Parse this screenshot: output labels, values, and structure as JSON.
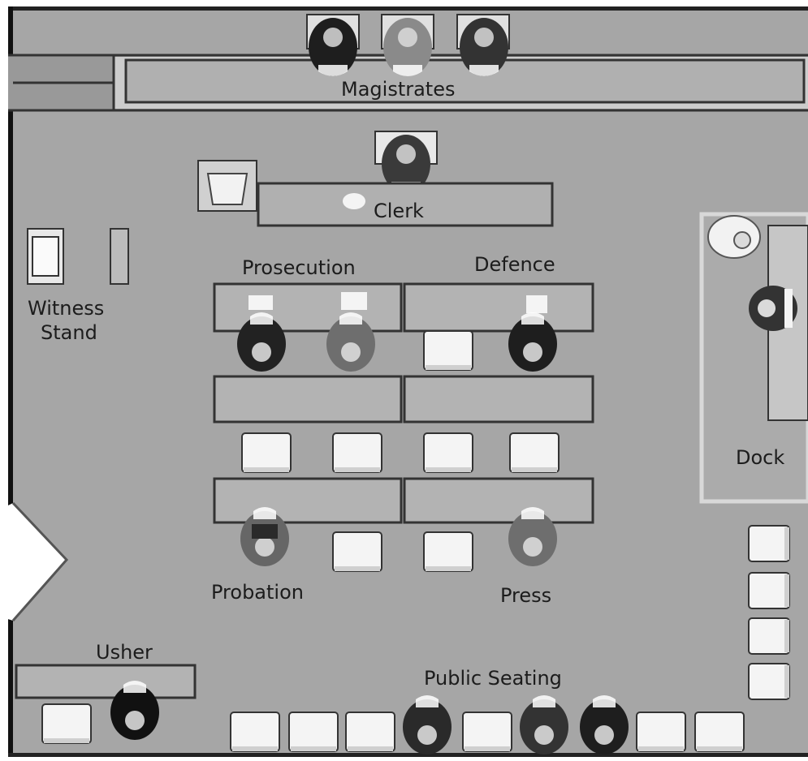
{
  "labels": {
    "magistrates": "Magistrates",
    "clerk": "Clerk",
    "witness_line1": "Witness",
    "witness_line2": "Stand",
    "prosecution": "Prosecution",
    "defence": "Defence",
    "dock": "Dock",
    "probation": "Probation",
    "press": "Press",
    "usher": "Usher",
    "public_seating": "Public Seating"
  },
  "colors": {
    "floor": "#a6a6a6",
    "desk": "#b3b3b3",
    "seat": "#f2f2f2",
    "wall": "#111111",
    "person_dark": "#1e1e1e",
    "person_mid": "#4a4a4a",
    "person_light": "#7a7a7a"
  }
}
